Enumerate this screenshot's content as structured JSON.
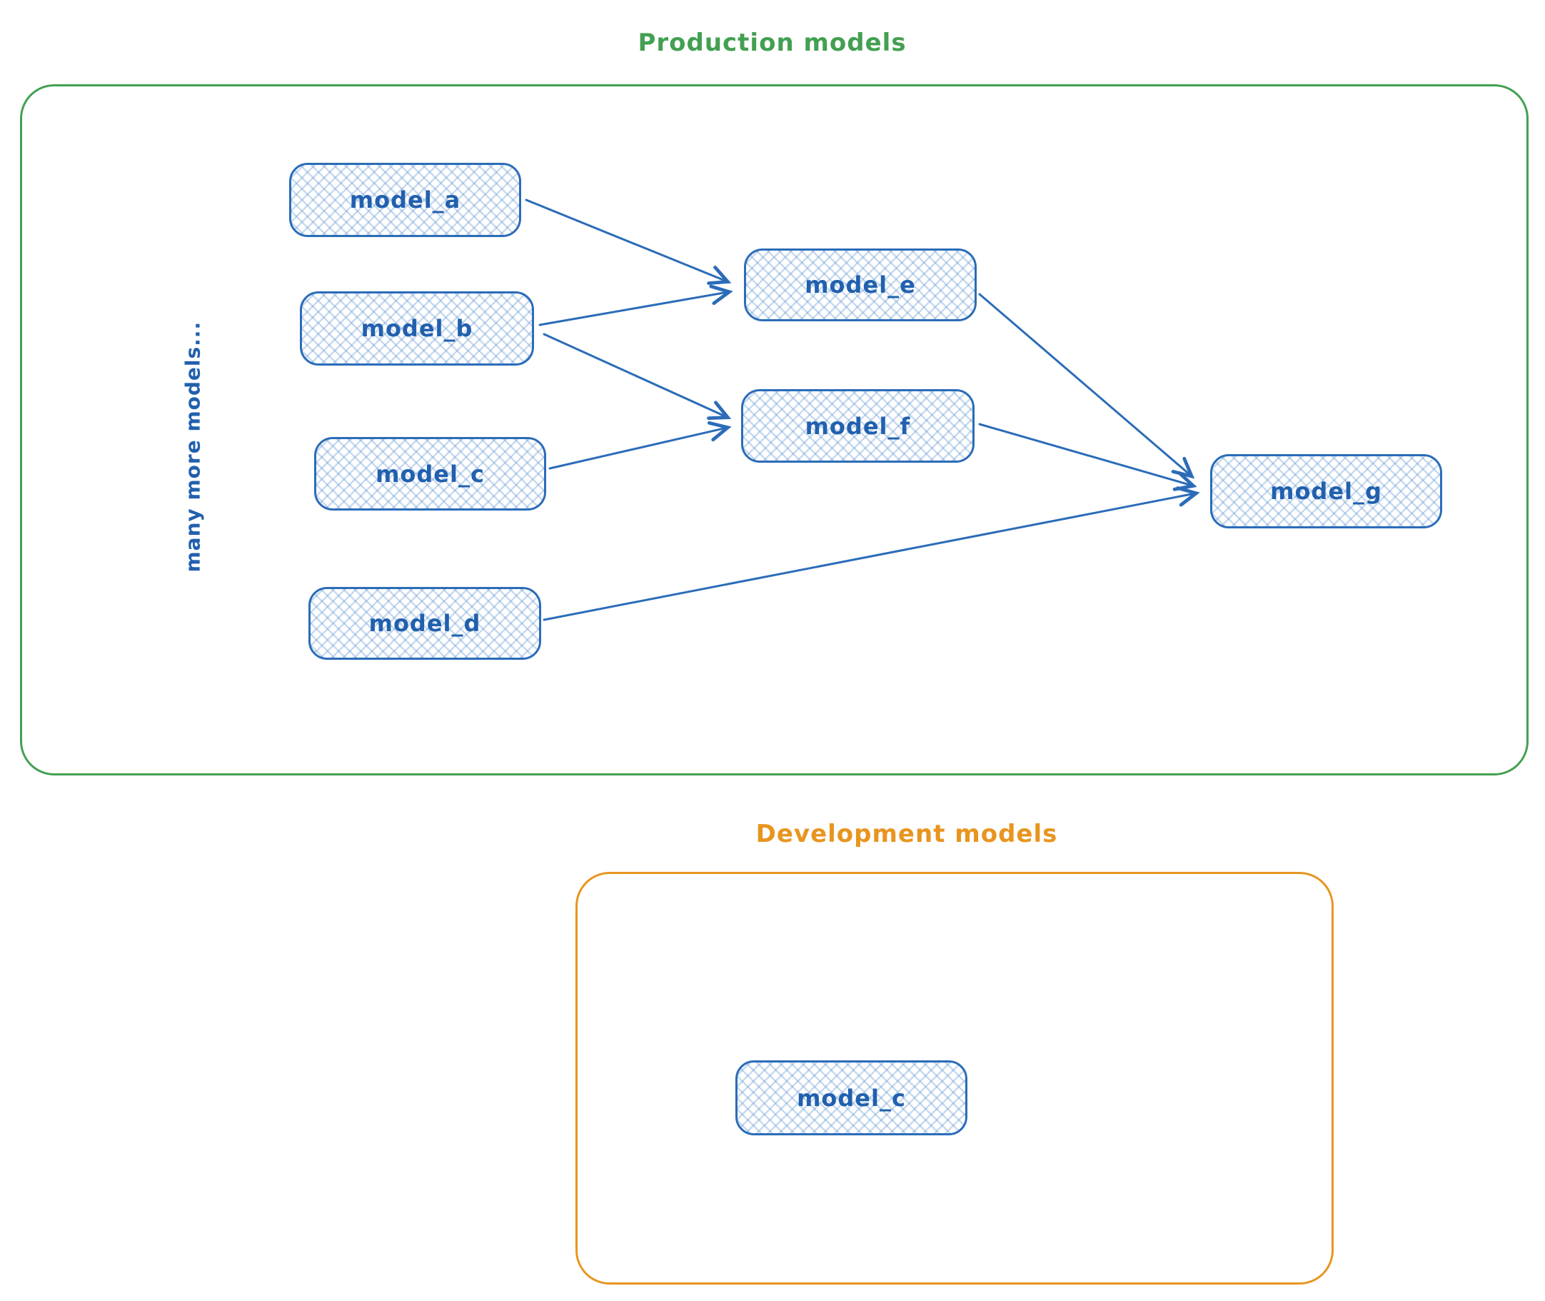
{
  "production": {
    "title": "Production models",
    "side_note": "many more models...",
    "nodes": [
      {
        "id": "model_a",
        "label": "model_a"
      },
      {
        "id": "model_b",
        "label": "model_b"
      },
      {
        "id": "model_c",
        "label": "model_c"
      },
      {
        "id": "model_d",
        "label": "model_d"
      },
      {
        "id": "model_e",
        "label": "model_e"
      },
      {
        "id": "model_f",
        "label": "model_f"
      },
      {
        "id": "model_g",
        "label": "model_g"
      }
    ],
    "edges": [
      {
        "from": "model_a",
        "to": "model_e"
      },
      {
        "from": "model_b",
        "to": "model_e"
      },
      {
        "from": "model_b",
        "to": "model_f"
      },
      {
        "from": "model_c",
        "to": "model_f"
      },
      {
        "from": "model_d",
        "to": "model_g"
      },
      {
        "from": "model_e",
        "to": "model_g"
      },
      {
        "from": "model_f",
        "to": "model_g"
      }
    ]
  },
  "development": {
    "title": "Development models",
    "nodes": [
      {
        "id": "model_c_dev",
        "label": "model_c"
      }
    ]
  },
  "colors": {
    "production_border": "#43a051",
    "production_title": "#43a051",
    "development_border": "#e8951f",
    "development_title": "#e8951f",
    "node_border": "#2b6cb8",
    "node_fill_hatch": "#a9cdf0",
    "node_label": "#2160ae",
    "arrow": "#2b6cb8"
  }
}
